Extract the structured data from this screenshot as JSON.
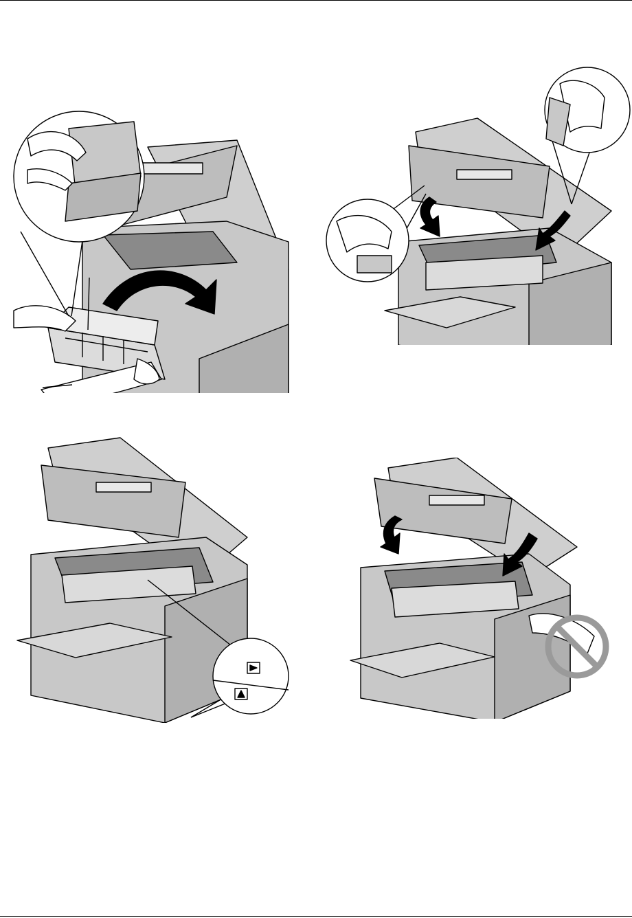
{
  "page": {
    "ink": "#000000",
    "machine_gray": "#c8c8c8",
    "machine_dark": "#8a8a8a",
    "skin": "#ffffff",
    "prohibit_gray": "#9a9a9a"
  },
  "figures": [
    {
      "id": "fig-install-drum",
      "icons": [
        "printer-icon",
        "drum-unit-icon",
        "hand-icon",
        "arrow-curved-icon",
        "magnifier-callout-icon"
      ]
    },
    {
      "id": "fig-push-down-levers",
      "icons": [
        "printer-icon",
        "hand-icon",
        "arrow-down-icon",
        "magnifier-callout-icon"
      ]
    },
    {
      "id": "fig-align-triangle-marks",
      "icons": [
        "printer-icon",
        "triangle-mark-icon",
        "magnifier-callout-icon"
      ]
    },
    {
      "id": "fig-close-cover",
      "icons": [
        "printer-icon",
        "arrow-down-icon",
        "prohibited-icon"
      ]
    }
  ]
}
